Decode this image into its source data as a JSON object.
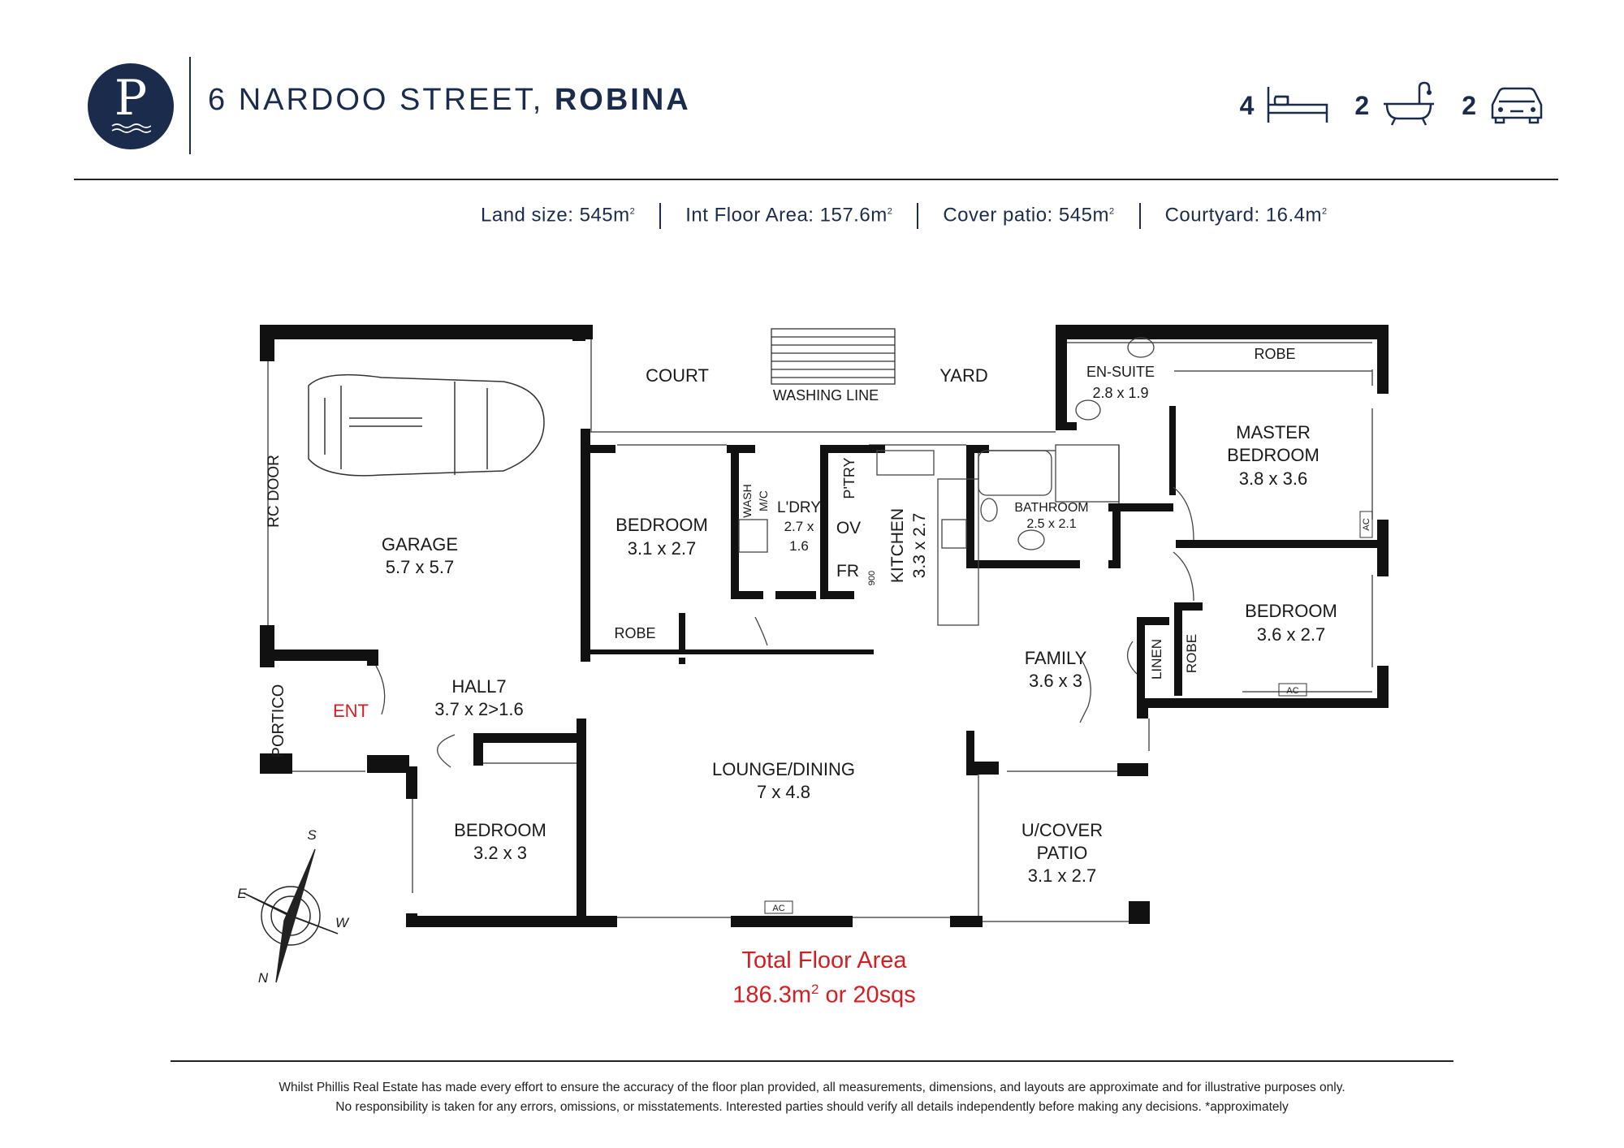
{
  "header": {
    "logo_letter": "P",
    "address_street": "6 NARDOO STREET,",
    "address_suburb": "ROBINA",
    "beds": "4",
    "baths": "2",
    "cars": "2",
    "icons": [
      "bed-icon",
      "bath-icon",
      "car-icon"
    ]
  },
  "areas": {
    "land": "Land size: 545m",
    "int_floor": "Int Floor Area: 157.6m",
    "cover_patio": "Cover patio: 545m",
    "courtyard": "Courtyard: 16.4m",
    "superscript": "2"
  },
  "rooms": {
    "garage": {
      "name": "GARAGE",
      "size": "5.7 x 5.7"
    },
    "rc_door": "RC DOOR",
    "court": "COURT",
    "yard": "YARD",
    "washing_line": "WASHING LINE",
    "ensuite": {
      "name": "EN-SUITE",
      "size": "2.8 x 1.9"
    },
    "robe_master": "ROBE",
    "master": {
      "line1": "MASTER",
      "line2": "BEDROOM",
      "size": "3.8 x 3.6"
    },
    "bedroom_a": {
      "name": "BEDROOM",
      "size": "3.1 x 2.7"
    },
    "robe_a": "ROBE",
    "wash_mc_1": "WASH",
    "wash_mc_2": "M/C",
    "laundry": {
      "name": "L'DRY",
      "size_1": "2.7 x",
      "size_2": "1.6"
    },
    "pantry": "P'TRY",
    "oven": "OV",
    "fridge": "FR",
    "fridge_width": "900",
    "kitchen": {
      "name": "KITCHEN",
      "size": "3.3 x 2.7"
    },
    "bathroom": {
      "name": "BATHROOM",
      "size": "2.5 x 2.1"
    },
    "bedroom_b": {
      "name": "BEDROOM",
      "size": "3.6 x 2.7"
    },
    "robe_b": "ROBE",
    "linen": "LINEN",
    "family": {
      "name": "FAMILY",
      "size": "3.6 x 3"
    },
    "portico": "PORTICO",
    "entry": "ENT",
    "hall": {
      "name": "HALL7",
      "size": "3.7 x 2>1.6"
    },
    "lounge": {
      "name": "LOUNGE/DINING",
      "size": "7 x 4.8"
    },
    "bedroom_c": {
      "name": "BEDROOM",
      "size": "3.2 x 3"
    },
    "patio": {
      "line1": "U/COVER",
      "line2": "PATIO",
      "size": "3.1 x 2.7"
    },
    "ac": "AC"
  },
  "compass": {
    "s": "S",
    "e": "E",
    "w": "W",
    "n": "N"
  },
  "total": {
    "line1": "Total Floor Area",
    "line2a": "186.3m",
    "line2sup": "2",
    "line2b": " or 20sqs"
  },
  "disclaimer": {
    "line1": "Whilst Phillis Real Estate has made every effort to ensure the accuracy of the floor plan provided, all measurements, dimensions, and layouts are approximate and for illustrative purposes only.",
    "line2": "No responsibility is taken for any errors, omissions, or misstatements. Interested parties should verify all details independently before making any decisions. *approximately"
  },
  "colors": {
    "navy": "#1b2b4b",
    "red": "#d11f23",
    "wall": "#111111"
  }
}
